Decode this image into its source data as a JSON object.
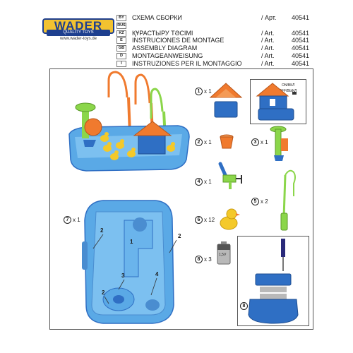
{
  "header": {
    "logo_main": "WADER",
    "logo_sub": "QUALITY TOYS",
    "logo_url": "www.wader-toys.de",
    "rows": [
      {
        "code": "BY",
        "title": "СХЕМА СБОРКИ",
        "art": "/ Арт.",
        "num": "40541"
      },
      {
        "code": "RUS",
        "title": "",
        "art": "",
        "num": ""
      },
      {
        "code": "KZ",
        "title": "ҚҰРАСТЫРУ ТӘСІМІ",
        "art": "/ Art.",
        "num": "40541"
      },
      {
        "code": "E",
        "title": "INSTRUCIONES DE MONTAGE",
        "art": "/ Art.",
        "num": "40541"
      },
      {
        "code": "GB",
        "title": "ASSEMBLY DIAGRAM",
        "art": "/ Art.",
        "num": "40541"
      },
      {
        "code": "D",
        "title": "MONTAGEANWEISUNG",
        "art": "/ Art.",
        "num": "40541"
      },
      {
        "code": "I",
        "title": "INSTRUZIONES PER IL MONTAGGIO",
        "art": "/ Art.",
        "num": "40541"
      }
    ]
  },
  "parts": [
    {
      "num": "1",
      "qty": "x 1"
    },
    {
      "num": "2",
      "qty": "x 1"
    },
    {
      "num": "3",
      "qty": "x 1"
    },
    {
      "num": "4",
      "qty": "x 1"
    },
    {
      "num": "5",
      "qty": "x 2"
    },
    {
      "num": "6",
      "qty": "x 12"
    },
    {
      "num": "7",
      "qty": "x 1"
    },
    {
      "num": "8",
      "qty": "x 3"
    }
  ],
  "switch": {
    "on": "ON/ВКЛ",
    "off": "OFF/ВЫКЛ"
  },
  "battery_label": "1,5V",
  "tub_callouts": {
    "a": "1",
    "b": "2",
    "c": "3",
    "d": "4",
    "e": "2",
    "f": "2"
  },
  "step_badge": "8",
  "colors": {
    "blue": "#5aa9e6",
    "dark_blue": "#2f6fc4",
    "orange": "#f07a2e",
    "green": "#8bd64a",
    "yellow": "#f4c92a"
  }
}
